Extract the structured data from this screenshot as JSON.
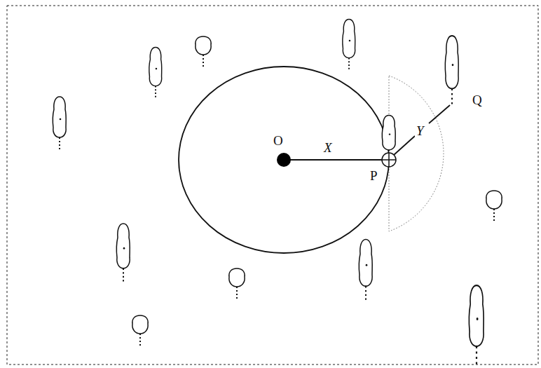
{
  "diagram": {
    "labels": [
      "O",
      "X",
      "P",
      "Y",
      "Q"
    ]
  }
}
